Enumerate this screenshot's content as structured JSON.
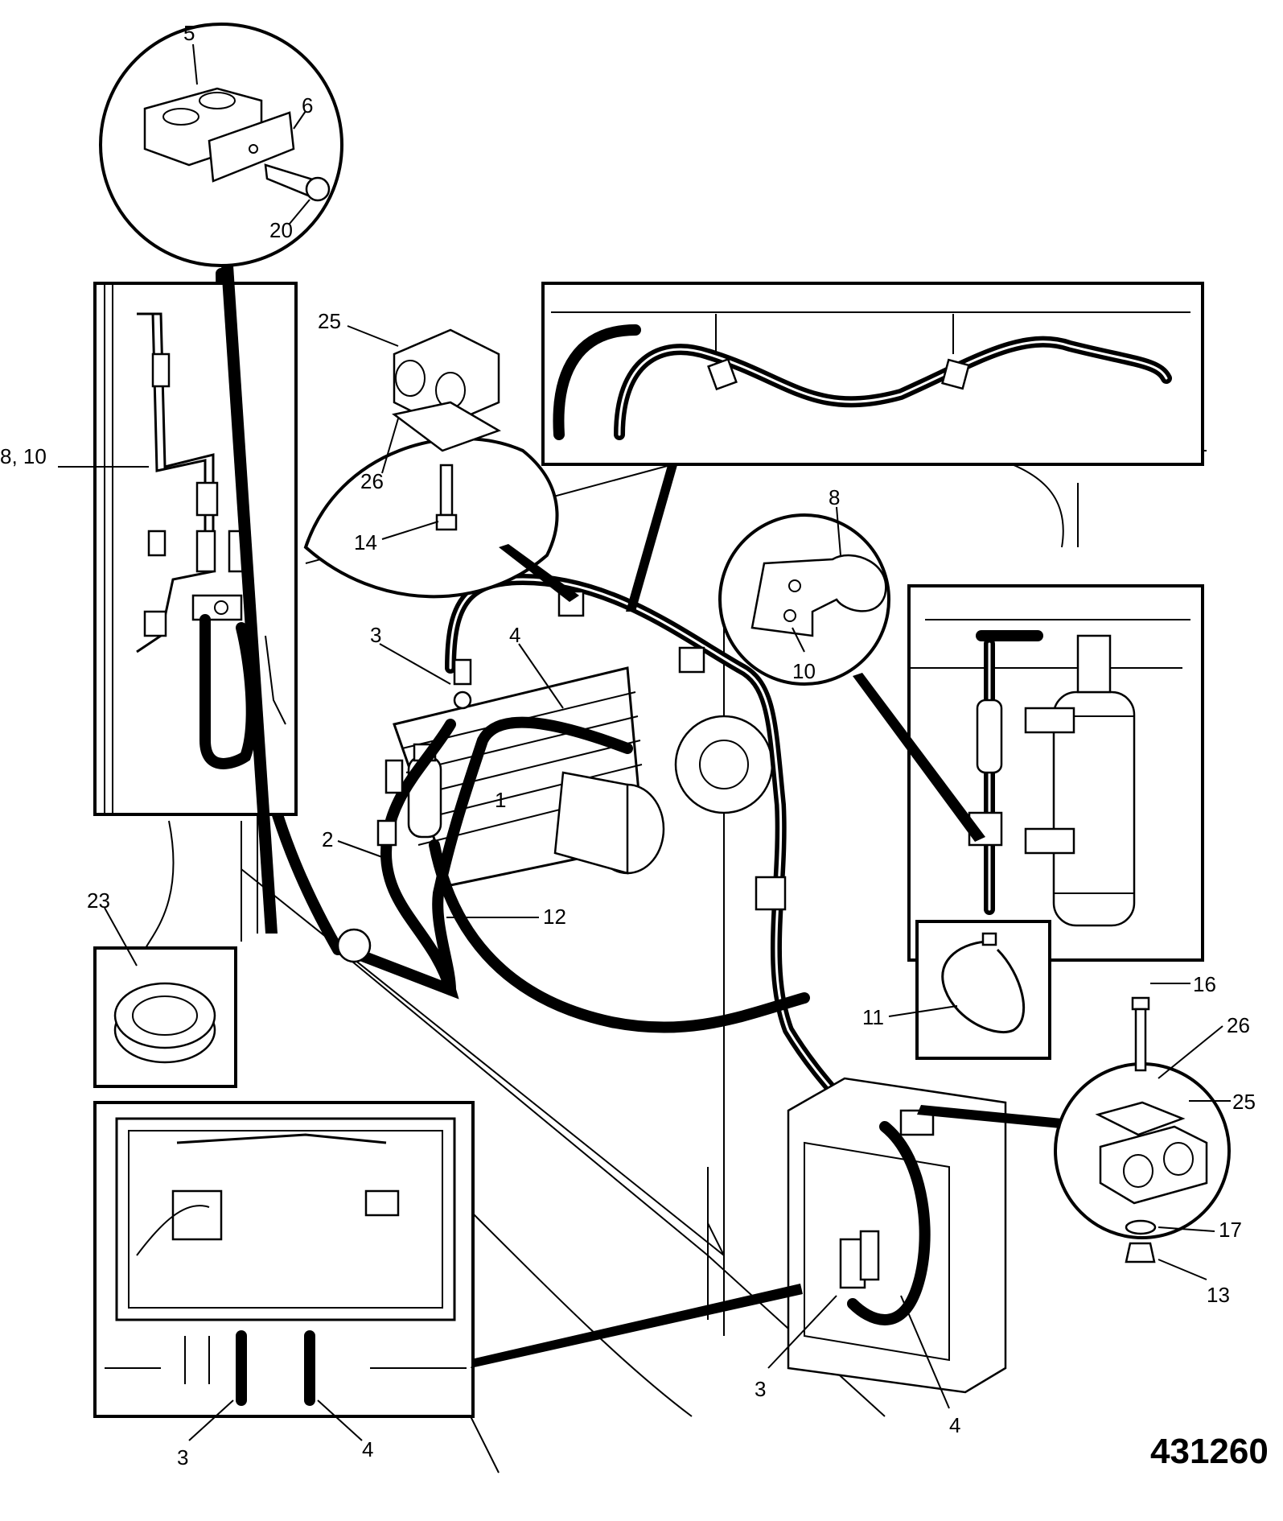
{
  "drawing_number": "431260",
  "callouts": {
    "c5": "5",
    "c6": "6",
    "c20": "20",
    "c25_top": "25",
    "c26_top": "26",
    "c14": "14",
    "c8_10": "8, 10",
    "c3_main": "3",
    "c4_main": "4",
    "c1": "1",
    "c2": "2",
    "c12": "12",
    "c23": "23",
    "c8": "8",
    "c10": "10",
    "c11": "11",
    "c16": "16",
    "c26_right": "26",
    "c25_right": "25",
    "c17": "17",
    "c13": "13",
    "c3_lower": "3",
    "c4_lower": "4",
    "c3_inset": "3",
    "c4_inset": "4"
  }
}
